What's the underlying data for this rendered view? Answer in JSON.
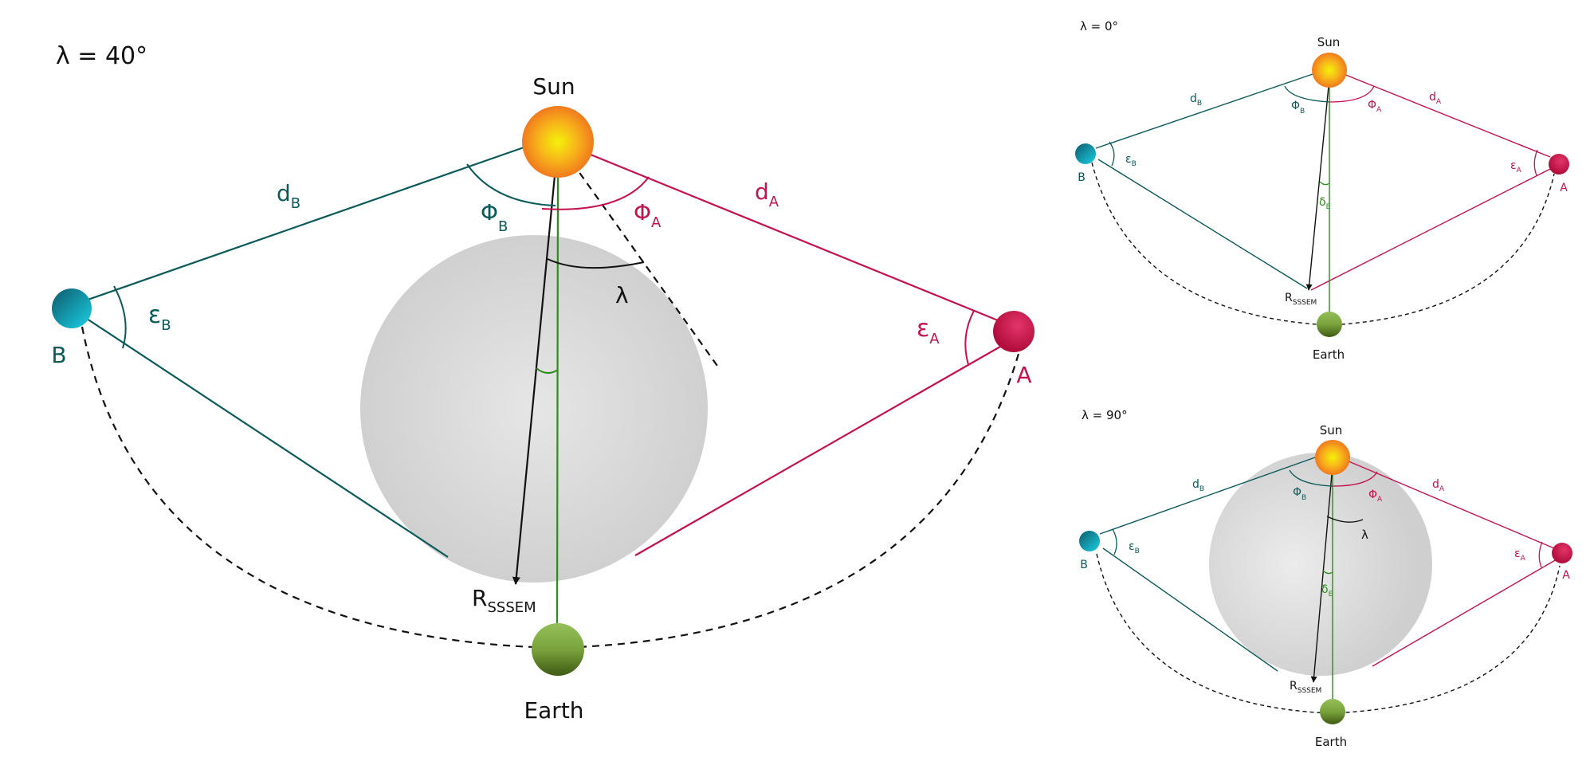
{
  "colors": {
    "teal": "#0b5a5a",
    "crimson": "#c4124d",
    "green": "#2e8b1e",
    "black": "#111111",
    "sphere_gray": "#d2d2d2"
  },
  "main": {
    "lambda_label": "λ = 40°",
    "sun_label": "Sun",
    "earth_label": "Earth",
    "b_label": "B",
    "a_label": "A",
    "d_letter": "d",
    "sub_b": "B",
    "sub_a": "A",
    "phi_letter": "Φ",
    "eps_letter": "ε",
    "lambda_symbol": "λ",
    "r_letter": "R",
    "r_sub": "SSSEM"
  },
  "inset_top": {
    "lambda_label": "λ = 0°",
    "sun_label": "Sun",
    "earth_label": "Earth",
    "b_label": "B",
    "a_label": "A",
    "d_letter": "d",
    "sub_b": "B",
    "sub_a": "A",
    "phi_letter": "Φ",
    "eps_letter": "ε",
    "delta_letter": "δ",
    "delta_sub": "E",
    "r_letter": "R",
    "r_sub": "SSSEM"
  },
  "inset_bottom": {
    "lambda_label": "λ = 90°",
    "sun_label": "Sun",
    "earth_label": "Earth",
    "b_label": "B",
    "a_label": "A",
    "d_letter": "d",
    "sub_b": "B",
    "sub_a": "A",
    "phi_letter": "Φ",
    "eps_letter": "ε",
    "delta_letter": "δ",
    "delta_sub": "E",
    "lambda_symbol": "λ",
    "r_letter": "R",
    "r_sub": "SSSEM"
  }
}
